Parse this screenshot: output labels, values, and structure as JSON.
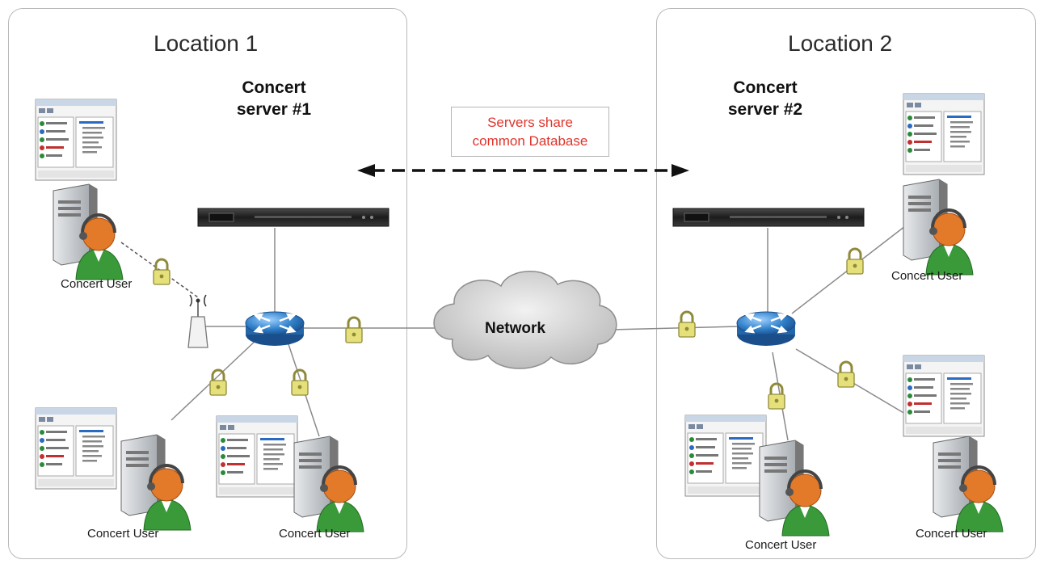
{
  "location1": {
    "title": "Location 1",
    "server_line1": "Concert",
    "server_line2": "server #1"
  },
  "location2": {
    "title": "Location 2",
    "server_line1": "Concert",
    "server_line2": "server #2"
  },
  "shared_note": {
    "line1": "Servers share",
    "line2": "common Database"
  },
  "network_label": "Network",
  "user_label": "Concert User",
  "colors": {
    "note_text": "#e0332b",
    "router": "#2f7fc8",
    "lock": "#e6e07a",
    "user_shirt": "#3a9a3a",
    "user_head": "#e27a2a"
  },
  "icons": [
    "server-rack-icon",
    "router-icon",
    "cloud-icon",
    "lock-icon",
    "wireless-antenna-icon",
    "workstation-tower-icon",
    "user-avatar-icon",
    "app-window-icon"
  ]
}
